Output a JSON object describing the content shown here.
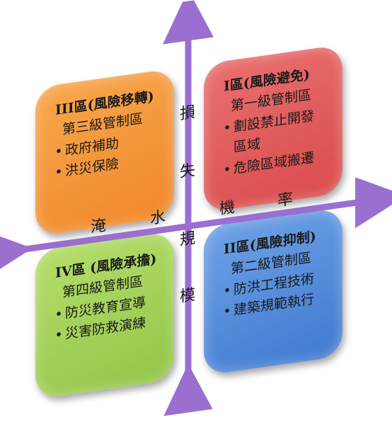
{
  "quadrants": {
    "q3": {
      "title": "III區(風險移轉)",
      "subtitle": "第三級管制區",
      "items": [
        "政府補助",
        "洪災保險"
      ],
      "color": "#f39a3c"
    },
    "q1": {
      "title": "I區(風險避免)",
      "subtitle": "第一級管制區",
      "items": [
        "劃設禁止開發區域",
        "危險區域搬遷"
      ],
      "color": "#e05c5c"
    },
    "q4": {
      "title": "IV區 (風險承擔)",
      "subtitle": "第四級管制區",
      "items": [
        "防災教育宣導",
        "災害防救演練"
      ],
      "color": "#a3d25a"
    },
    "q2": {
      "title": "II區(風險抑制)",
      "subtitle": "第二級管制區",
      "items": [
        "防洪工程技術",
        "建築規範執行"
      ],
      "color": "#4f88db"
    }
  },
  "axes": {
    "vertical_label": [
      "損",
      "失",
      "規",
      "模"
    ],
    "horizontal_label": [
      "淹",
      "水",
      "機",
      "率"
    ],
    "color": "#9a6fd0"
  },
  "bullet_symbol": "•"
}
